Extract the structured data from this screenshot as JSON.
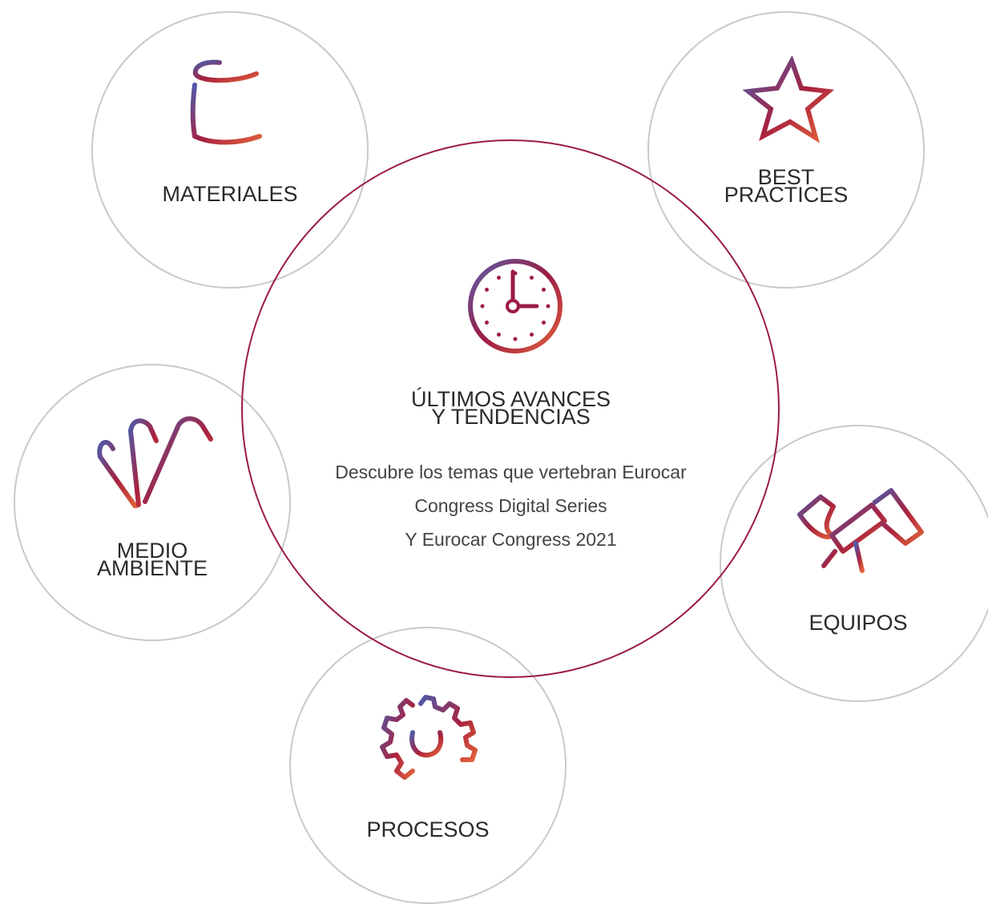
{
  "colors": {
    "accent": "#9b1b45",
    "circle_border": "#c9c9c9",
    "gradient_start": "#5a5fa8",
    "gradient_mid": "#b0213f",
    "gradient_end": "#e0603a"
  },
  "center": {
    "icon": "clock-icon",
    "title": "ÚLTIMOS AVANCES\nY TENDENCIAS",
    "description_lines": [
      "Descubre los temas que vertebran Eurocar",
      "Congress Digital Series",
      "Y Eurocar Congress 2021"
    ]
  },
  "topics": [
    {
      "label": "MATERIALES",
      "icon": "materials-icon"
    },
    {
      "label": "BEST\nPRACTICES",
      "icon": "star-icon"
    },
    {
      "label": "MEDIO\nAMBIENTE",
      "icon": "environment-icon"
    },
    {
      "label": "EQUIPOS",
      "icon": "spray-gun-icon"
    },
    {
      "label": "PROCESOS",
      "icon": "gear-icon"
    }
  ]
}
